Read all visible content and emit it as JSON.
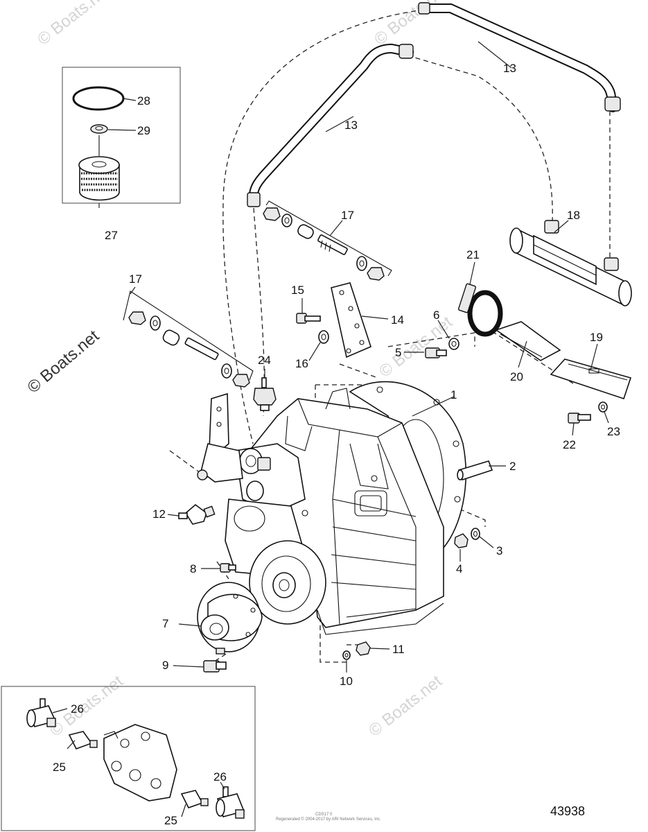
{
  "watermark": "© Boats.net",
  "diagram_id": "43938",
  "footer_line1": "CDS17 0",
  "footer_line2": "Regenerated © 2004-2017 by ARI Network Services, Inc.",
  "callouts": {
    "c1": "1",
    "c2": "2",
    "c3": "3",
    "c4": "4",
    "c5": "5",
    "c6": "6",
    "c7": "7",
    "c8": "8",
    "c9": "9",
    "c10": "10",
    "c11": "11",
    "c12": "12",
    "c13a": "13",
    "c13b": "13",
    "c14": "14",
    "c15": "15",
    "c16": "16",
    "c17a": "17",
    "c17b": "17",
    "c18": "18",
    "c19": "19",
    "c20": "20",
    "c21": "21",
    "c22": "22",
    "c23": "23",
    "c24": "24",
    "c25a": "25",
    "c25b": "25",
    "c26a": "26",
    "c26b": "26",
    "c27": "27",
    "c28": "28",
    "c29": "29"
  }
}
